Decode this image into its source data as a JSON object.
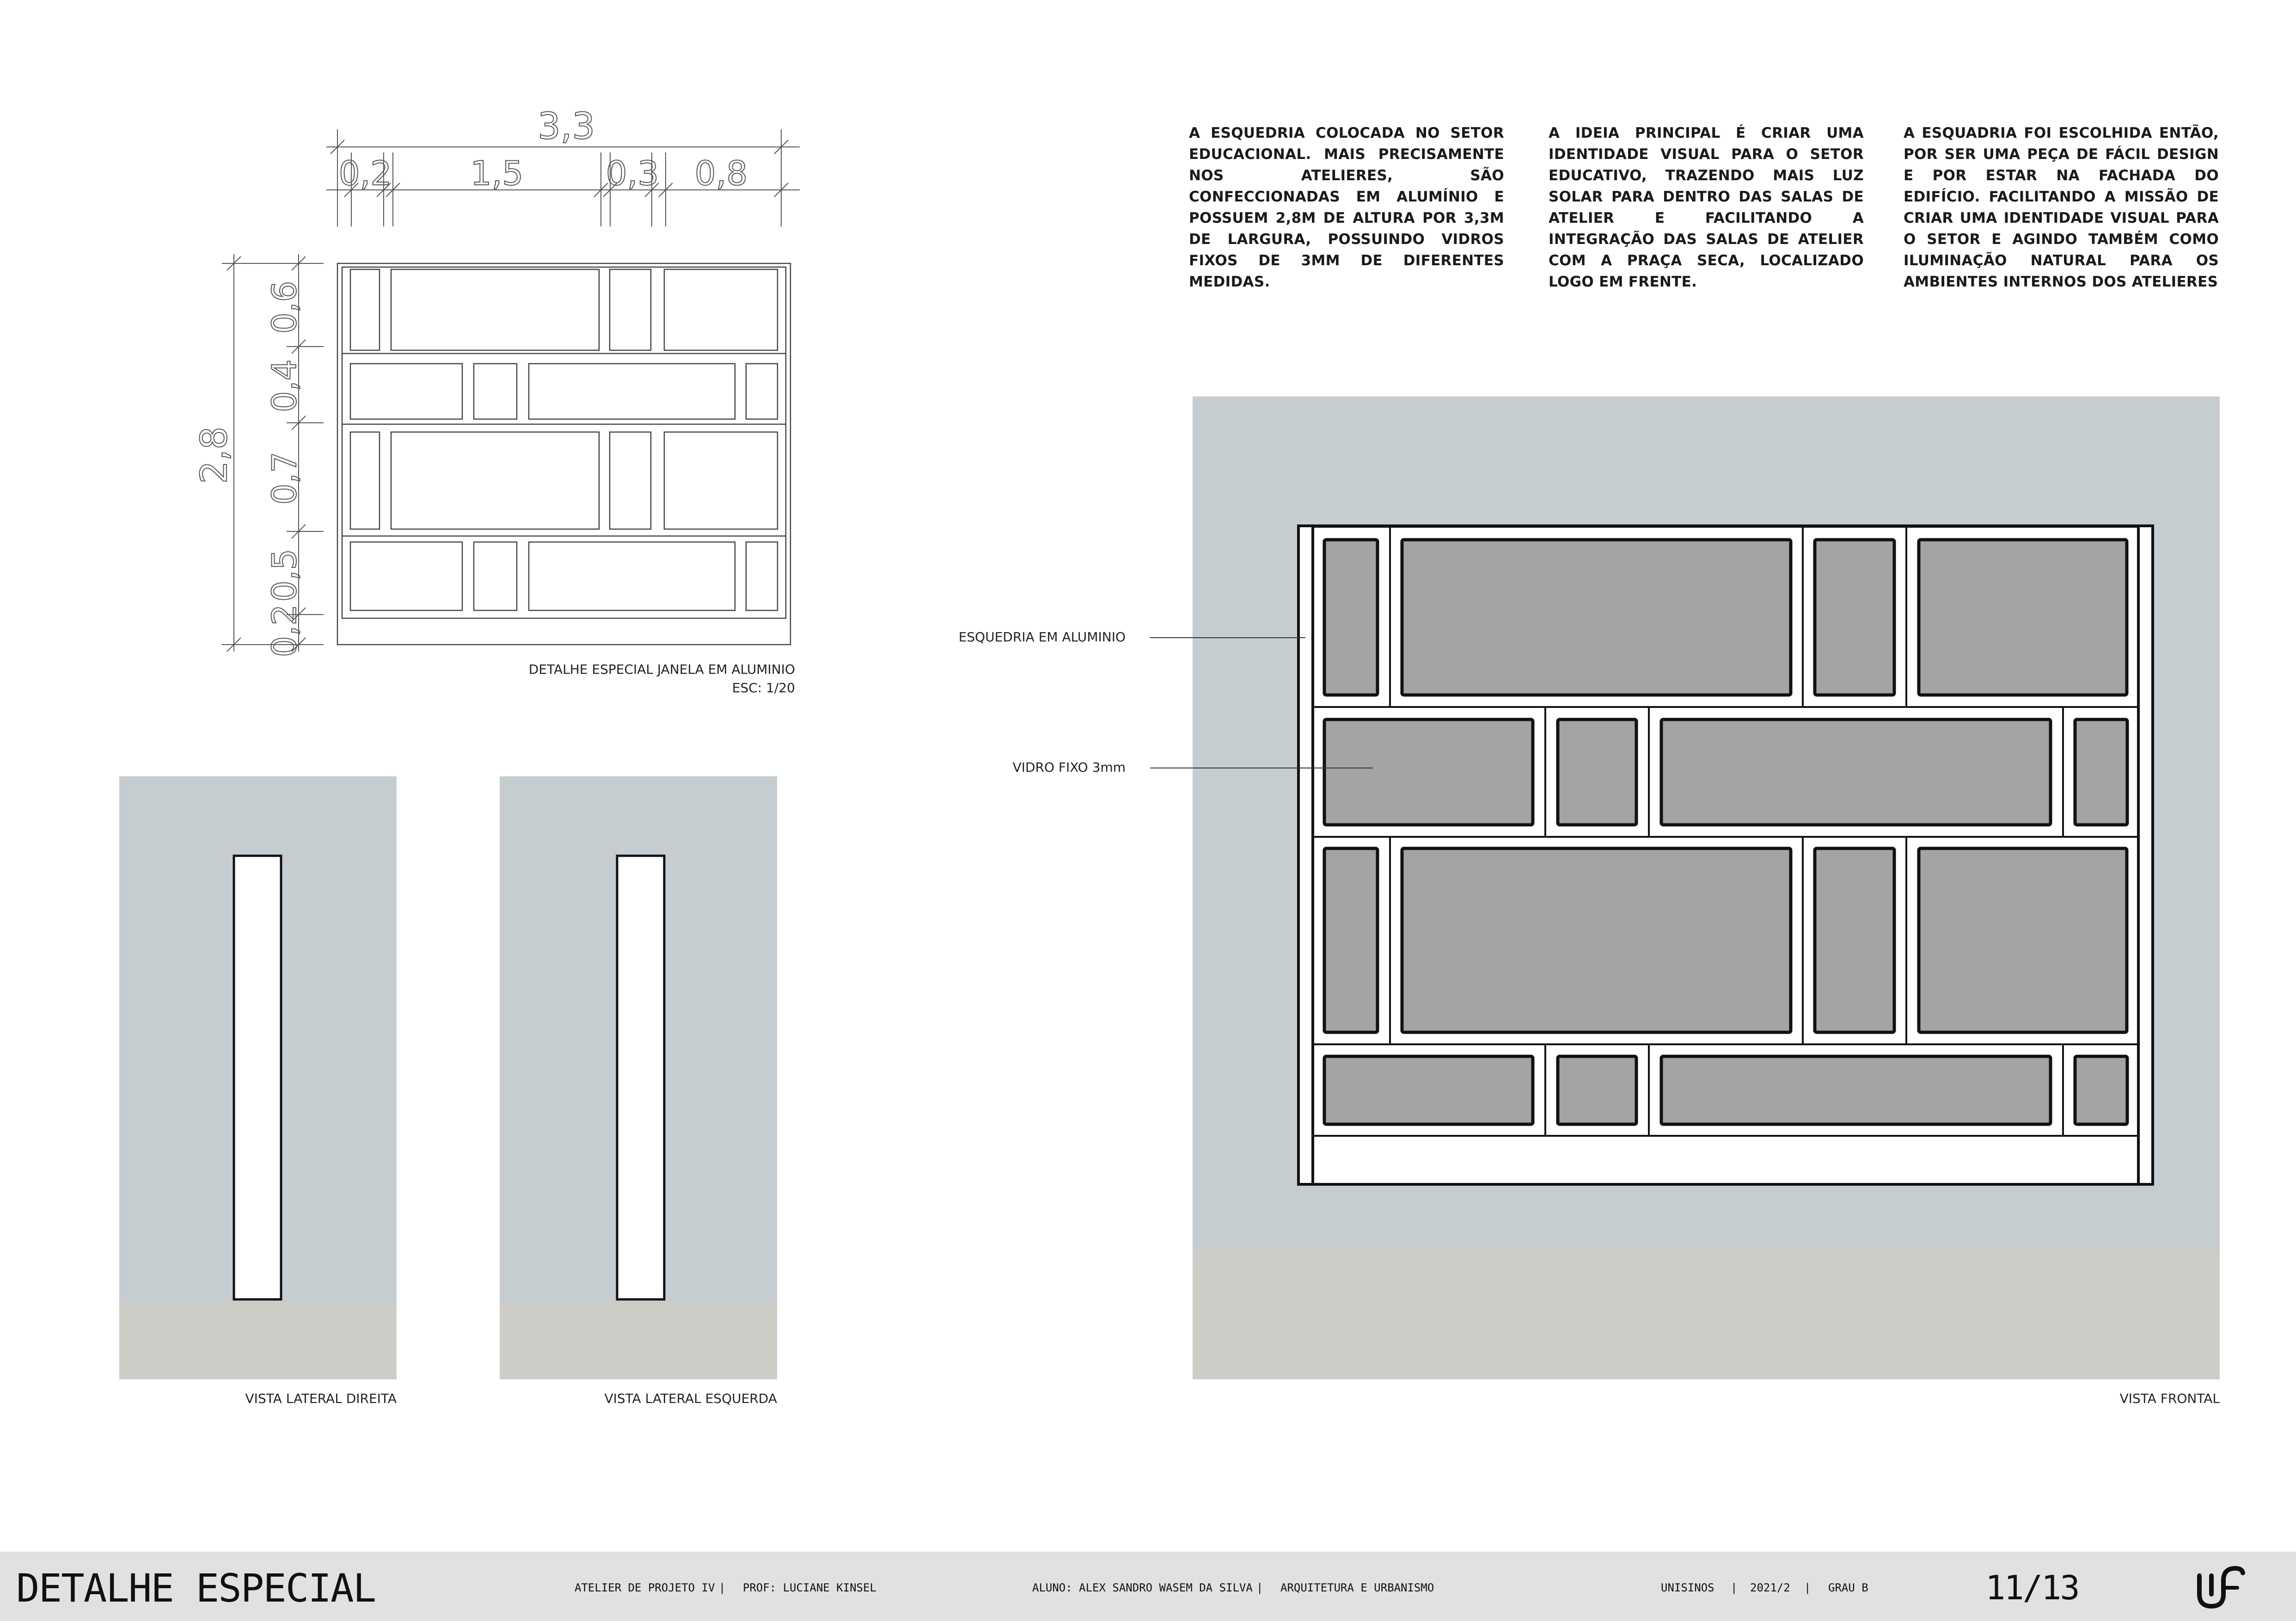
{
  "paragraphs": [
    "A ESQUEDRIA COLOCADA NO SETOR EDUCACIONAL. MAIS PRECISAMENTE NOS ATELIERES, SÃO CONFECCIONADAS EM ALUMÍNIO E POSSUEM 2,8m DE ALTURA POR 3,3m DE LARGURA, POSSUINDO VIDROS FIXOS DE 3mm DE DIFERENTES MEDIDAS.",
    "A IDEIA PRINCIPAL É CRIAR UMA IDENTIDADE VISUAL PARA O SETOR EDUCATIVO, TRAZENDO MAIS LUZ SOLAR PARA DENTRO DAS SALAS DE ATELIER E FACILITANDO A INTEGRAÇÃO DAS SALAS DE ATELIER COM A PRAÇA SECA, LOCALIZADO LOGO EM FRENTE.",
    "A ESQUADRIA FOI ESCOLHIDA ENTÃO, POR SER UMA PEÇA DE FÁCIL DESIGN E POR ESTAR NA FACHADA DO EDIFÍCIO. FACILITANDO A MISSÃO DE CRIAR UMA IDENTIDADE VISUAL PARA O SETOR E AGINDO TAMBÉM COMO ILUMINAÇÃO NATURAL PARA OS AMBIENTES INTERNOS DOS ATELIERES"
  ],
  "detail": {
    "caption": "DETALHE ESPECIAL JANELA EM ALUMINIO",
    "scale": "ESC: 1/20",
    "dim_total_width": "3,3",
    "dim_widths": [
      "0,2",
      "1,5",
      "0,3",
      "0,8"
    ],
    "dim_total_height": "2,8",
    "dim_heights": [
      "0,6",
      "0,4",
      "0,7",
      "0,5",
      "0,2"
    ]
  },
  "views": {
    "right_caption": "VISTA LATERAL DIREITA",
    "left_caption": "VISTA LATERAL ESQUERDA",
    "front_caption": "VISTA FRONTAL",
    "label_frame": "ESQUEDRIA EM ALUMINIO",
    "label_glass": "VIDRO FIXO 3mm"
  },
  "colors": {
    "wall": "#c5cdd1",
    "ground": "#cccdc7",
    "glass": "#a3a4a6",
    "frame": "#ffffff",
    "footer": "#e1e1e1"
  },
  "footer": {
    "title": "DETALHE ESPECIAL",
    "course": "ATELIER DE PROJETO IV",
    "professor": "PROF: LUCIANE KINSEL",
    "student": "ALUNO: ALEX SANDRO WASEM DA SILVA",
    "program": "ARQUITETURA E URBANISMO",
    "university": "UNISINOS",
    "semester": "2021/2",
    "grade": "GRAU B",
    "separator": "|",
    "page": "11/13",
    "logo_icon": "unisinos-logo-icon"
  }
}
